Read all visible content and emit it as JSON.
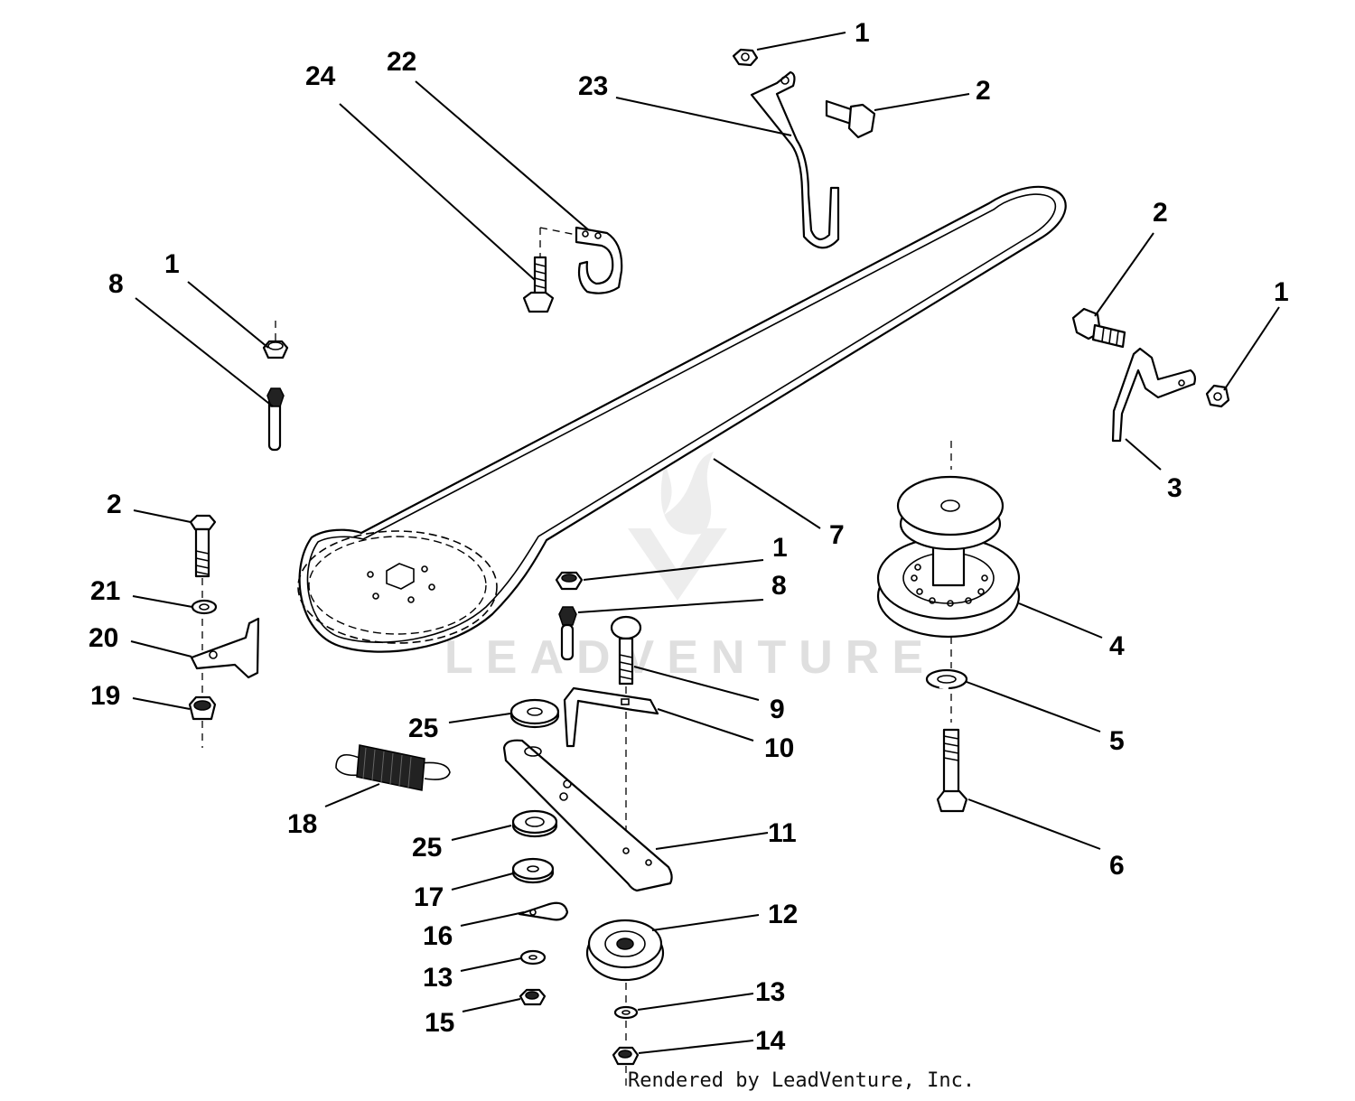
{
  "diagram": {
    "callouts": [
      {
        "id": "c-1a",
        "label": "1"
      },
      {
        "id": "c-2a",
        "label": "2"
      },
      {
        "id": "c-23",
        "label": "23"
      },
      {
        "id": "c-22",
        "label": "22"
      },
      {
        "id": "c-24",
        "label": "24"
      },
      {
        "id": "c-1b",
        "label": "1"
      },
      {
        "id": "c-8a",
        "label": "8"
      },
      {
        "id": "c-2b",
        "label": "2"
      },
      {
        "id": "c-1c",
        "label": "1"
      },
      {
        "id": "c-3",
        "label": "3"
      },
      {
        "id": "c-7",
        "label": "7"
      },
      {
        "id": "c-2c",
        "label": "2"
      },
      {
        "id": "c-21",
        "label": "21"
      },
      {
        "id": "c-20",
        "label": "20"
      },
      {
        "id": "c-19",
        "label": "19"
      },
      {
        "id": "c-1d",
        "label": "1"
      },
      {
        "id": "c-8b",
        "label": "8"
      },
      {
        "id": "c-4",
        "label": "4"
      },
      {
        "id": "c-9",
        "label": "9"
      },
      {
        "id": "c-10",
        "label": "10"
      },
      {
        "id": "c-25a",
        "label": "25"
      },
      {
        "id": "c-5",
        "label": "5"
      },
      {
        "id": "c-18",
        "label": "18"
      },
      {
        "id": "c-11",
        "label": "11"
      },
      {
        "id": "c-25b",
        "label": "25"
      },
      {
        "id": "c-6",
        "label": "6"
      },
      {
        "id": "c-17",
        "label": "17"
      },
      {
        "id": "c-12",
        "label": "12"
      },
      {
        "id": "c-16",
        "label": "16"
      },
      {
        "id": "c-13a",
        "label": "13"
      },
      {
        "id": "c-13b",
        "label": "13"
      },
      {
        "id": "c-15",
        "label": "15"
      },
      {
        "id": "c-14",
        "label": "14"
      }
    ],
    "watermark": "LEADVENTURE",
    "credit": "Rendered by LeadVenture, Inc."
  }
}
